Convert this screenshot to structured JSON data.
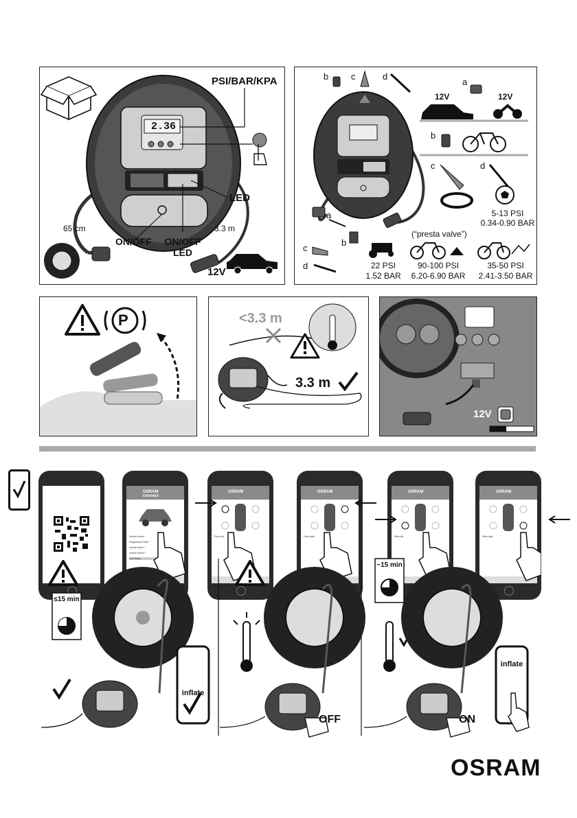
{
  "top_left_panel": {
    "display_reading": "2.36",
    "unit_label": "PSI/BAR/KPA",
    "led_label": "LED",
    "hose_length": "65 cm",
    "cable_length": "3.3 m",
    "onoff_label": "ON/OFF",
    "onoff_led_line1": "ON/OFF",
    "onoff_led_line2": "LED",
    "voltage": "12V"
  },
  "top_right_panel": {
    "letters": {
      "a": "a",
      "b": "b",
      "c": "c",
      "d": "d"
    },
    "car_voltage": "12V",
    "moto_voltage": "12V",
    "ball_psi": "5-13 PSI",
    "ball_bar": "0.34-0.90 BAR",
    "presta": "(“presta valve”)",
    "mower_psi": "22 PSI",
    "mower_bar": "1.52 BAR",
    "road_psi": "90-100 PSI",
    "road_bar": "6.20-6.90 BAR",
    "mtb_psi": "35-50 PSI",
    "mtb_bar": "2.41-3.50 BAR"
  },
  "middle_row": {
    "parking_symbol": "P",
    "distance_bad": "<3.3 m",
    "distance_good": "3.3 m",
    "socket_voltage": "12V"
  },
  "app_screens": {
    "brand_top": "OSRAM",
    "brand_bottom": "connect",
    "rows": [
      "Vehicle Name *",
      "Registration Plate *",
      "Vehicle Make *",
      "Vehicle Model *",
      "Tyre Setup"
    ],
    "tabs": [
      "Front left",
      "Front right",
      "Rear left",
      "Rear right"
    ]
  },
  "bottom_row": {
    "timer1": "≤15 min",
    "inflate1": "inflate",
    "off_label": "OFF",
    "timer2": "~15 min",
    "on_label": "ON",
    "inflate2": "inflate"
  },
  "brand": "OSRAM"
}
